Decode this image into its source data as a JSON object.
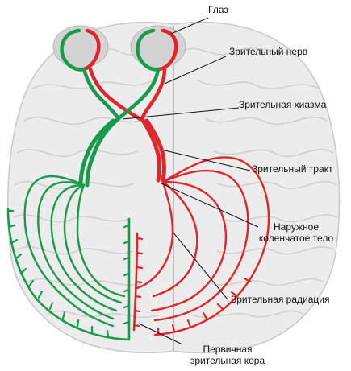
{
  "labels": {
    "eye": "Глаз",
    "optic_nerve": "Зрительный нерв",
    "optic_chiasm": "Зрительная хиазма",
    "optic_tract": "Зрительный тракт",
    "lgn_line1": "Наружное",
    "lgn_line2": "коленчатое тело",
    "optic_radiation": "Зрительная радиация",
    "primary_line1": "Первичная",
    "primary_line2": "зрительная кора"
  },
  "colors": {
    "left_pathway": "#1a9a4c",
    "right_pathway": "#e0262b",
    "brain_fill": "#ececec",
    "brain_stroke": "#c9c9c9",
    "eye_fill": "#d3d3d3",
    "leader": "#111111"
  }
}
